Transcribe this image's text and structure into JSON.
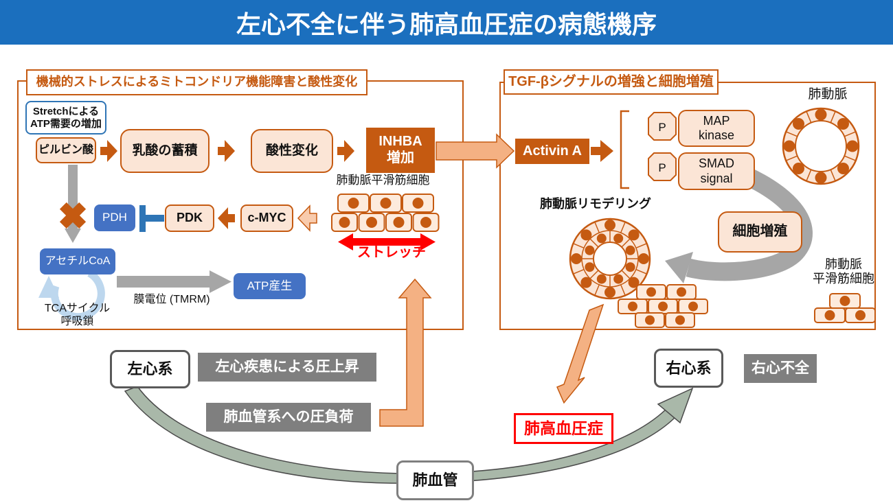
{
  "title": "左心不全に伴う肺高血圧症の病態機序",
  "left_panel": {
    "header": "機械的ストレスによるミトコンドリア機能障害と酸性変化",
    "stretch_line1": "Stretchによる",
    "stretch_line2": "ATP需要の増加",
    "pyruvate": "ピルビン酸",
    "lactate": "乳酸の蓄積",
    "acidic": "酸性変化",
    "inhba_line1": "INHBA",
    "inhba_line2": "増加",
    "smc_label": "肺動脈平滑筋細胞",
    "stretch_arrow_label": "ストレッチ",
    "pdh": "PDH",
    "pdk": "PDK",
    "cmyc": "c-MYC",
    "acetyl_coa": "アセチルCoA",
    "tca_line1": "TCAサイクル",
    "tca_line2": "呼吸鎖",
    "atp": "ATP産生",
    "membrane": "膜電位 (TMRM)"
  },
  "right_panel": {
    "header": "TGF-βシグナルの増強と細胞増殖",
    "activin": "Activin A",
    "p_label": "P",
    "map_line1": "MAP",
    "map_line2": "kinase",
    "smad_line1": "SMAD",
    "smad_line2": "signal",
    "artery_label": "肺動脈",
    "remodeling_label": "肺動脈リモデリング",
    "proliferation": "細胞増殖",
    "smc_line1": "肺動脈",
    "smc_line2": "平滑筋細胞"
  },
  "bottom": {
    "left_heart": "左心系",
    "pressure_rise": "左心疾患による圧上昇",
    "vascular_load": "肺血管系への圧負荷",
    "right_heart": "右心系",
    "right_heart_failure": "右心不全",
    "pulmonary_hypertension": "肺高血圧症",
    "pulmonary_vessel": "肺血管"
  },
  "colors": {
    "title_bar_blue": "#1B6FBE",
    "accent_orange": "#C55A11",
    "light_orange_fill": "#F4B183",
    "peach_fill": "#FBE5D6",
    "blue_box": "#4472C4",
    "inhibit_blue": "#2E75B6",
    "stretch_border_blue": "#2E74B5",
    "gray_box": "#7F7F7F",
    "arrow_gray": "#A6A6A6",
    "tca_light_blue": "#BDD7EE",
    "red": "#FF0000",
    "sage_green": "#A9B8A9"
  }
}
